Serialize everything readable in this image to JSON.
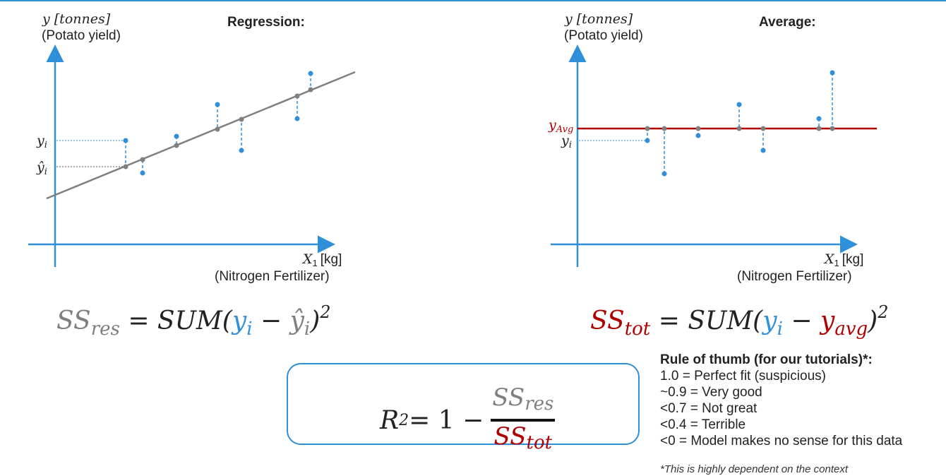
{
  "left_panel": {
    "title": "Regression:",
    "y_axis_label": "y [tonnes]",
    "y_axis_sub": "(Potato yield)",
    "x_axis_label": "[kg]",
    "x_axis_var": "X",
    "x_axis_var_sub": "1",
    "x_axis_sub": "(Nitrogen Fertilizer)",
    "marker_yi": "y",
    "marker_yi_sub": "i",
    "marker_yhat": "ŷ",
    "marker_yhat_sub": "i"
  },
  "right_panel": {
    "title": "Average:",
    "y_axis_label": "y [tonnes]",
    "y_axis_sub": "(Potato yield)",
    "x_axis_label": "[kg]",
    "x_axis_var": "X",
    "x_axis_var_sub": "1",
    "x_axis_sub": "(Nitrogen Fertilizer)",
    "marker_yavg": "y",
    "marker_yavg_sub": "Avg",
    "marker_yi": "y",
    "marker_yi_sub": "i"
  },
  "formulas": {
    "ss_res": {
      "ss": "SS",
      "sub": "res",
      "eq": " = SUM(",
      "yi": "y",
      "yi_sub": "i",
      "minus": " − ",
      "yhat": "ŷ",
      "yhat_sub": "i",
      "close": ")",
      "exp": "2"
    },
    "ss_tot": {
      "ss": "SS",
      "sub": "tot",
      "eq": " = SUM(",
      "yi": "y",
      "yi_sub": "i",
      "minus": " − ",
      "yavg": "y",
      "yavg_sub": "avg",
      "close": ")",
      "exp": "2"
    },
    "r2": {
      "r": "R",
      "exp": "2",
      "eq": " = 1 − ",
      "num": "SS",
      "num_sub": "res",
      "den": "SS",
      "den_sub": "tot"
    }
  },
  "rules": {
    "heading": "Rule of thumb (for our tutorials)*:",
    "items": [
      "1.0 = Perfect fit (suspicious)",
      "~0.9 = Very good",
      "<0.7 = Not great",
      "<0.4 = Terrible",
      "<0 = Model makes no sense for this data"
    ],
    "footnote": "*This is highly dependent on the context"
  },
  "colors": {
    "accent_blue": "#2f8fd8",
    "regression_gray": "#7f7f7f",
    "average_red": "#b00000"
  }
}
